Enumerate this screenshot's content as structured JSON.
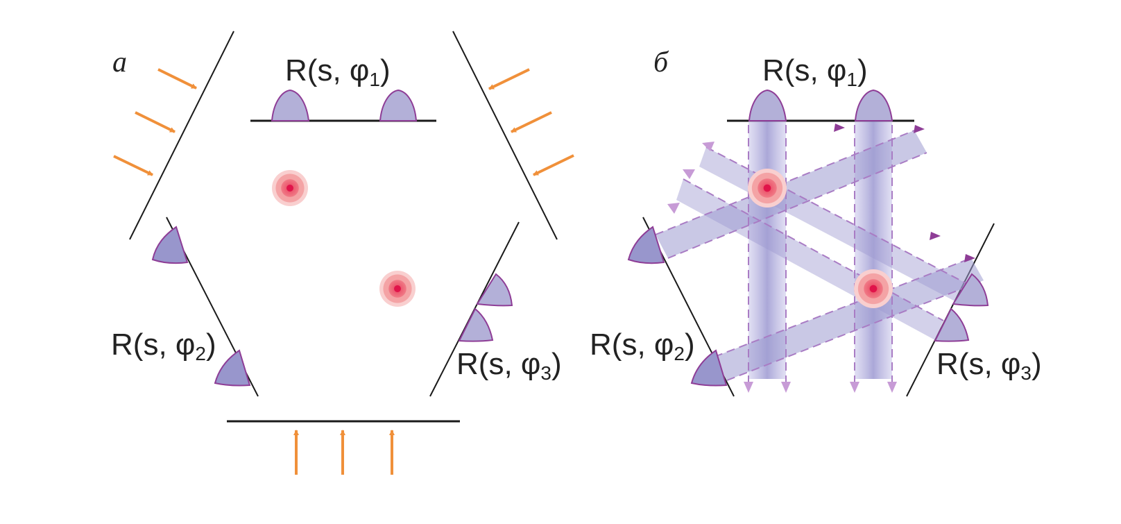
{
  "panels": {
    "a": {
      "label": "а"
    },
    "b": {
      "label": "б"
    }
  },
  "projections": {
    "r1": {
      "name": "R",
      "args": "s, φ",
      "index": "1"
    },
    "r2": {
      "name": "R",
      "args": "s, φ",
      "index": "2"
    },
    "r3": {
      "name": "R",
      "args": "s, φ",
      "index": "3"
    }
  },
  "colors": {
    "line": "#1a1a1a",
    "arrow_orange": "#f0903a",
    "bump_fill": "#b3b0d8",
    "bump_stroke": "#8e3d96",
    "beam": "#9d9ad0",
    "source_core": "#e0144a",
    "source_glow": "#f4a3a5"
  }
}
